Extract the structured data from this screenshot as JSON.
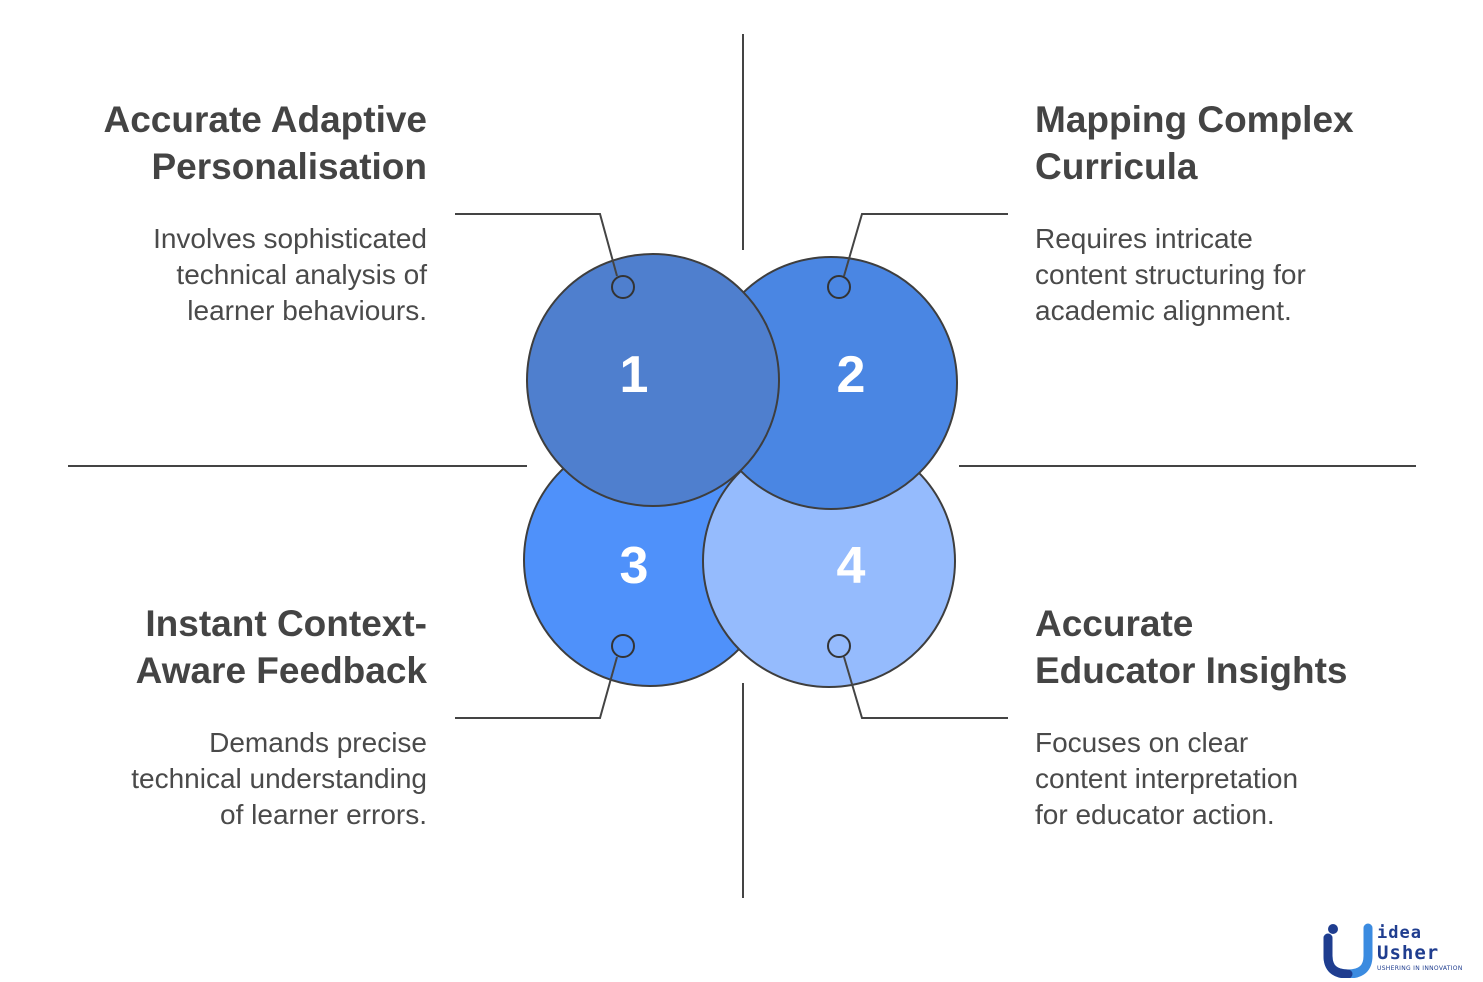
{
  "items": [
    {
      "number": "1",
      "title": "Accurate Adaptive Personalisation",
      "title_lines": [
        "Accurate Adaptive",
        "Personalisation"
      ],
      "description_lines": [
        "Involves sophisticated",
        "technical analysis of",
        "learner behaviours."
      ],
      "color": "#4f7fce"
    },
    {
      "number": "2",
      "title": "Mapping Complex Curricula",
      "title_lines": [
        "Mapping Complex",
        "Curricula"
      ],
      "description_lines": [
        "Requires intricate",
        "content structuring for",
        "academic alignment."
      ],
      "color": "#4a86e3"
    },
    {
      "number": "3",
      "title": "Instant Context-Aware Feedback",
      "title_lines": [
        "Instant Context-",
        "Aware Feedback"
      ],
      "description_lines": [
        "Demands precise",
        "technical understanding",
        "of learner errors."
      ],
      "color": "#4f91fa"
    },
    {
      "number": "4",
      "title": "Accurate Educator Insights",
      "title_lines": [
        "Accurate",
        "Educator Insights"
      ],
      "description_lines": [
        "Focuses on clear",
        "content interpretation",
        "for educator action."
      ],
      "color": "#95bbfd"
    }
  ],
  "logo": {
    "word1": "idea",
    "word2": "Usher",
    "tagline": "USHERING IN INNOVATION",
    "color": "#1f3d8f",
    "accent": "#3b8be0"
  }
}
